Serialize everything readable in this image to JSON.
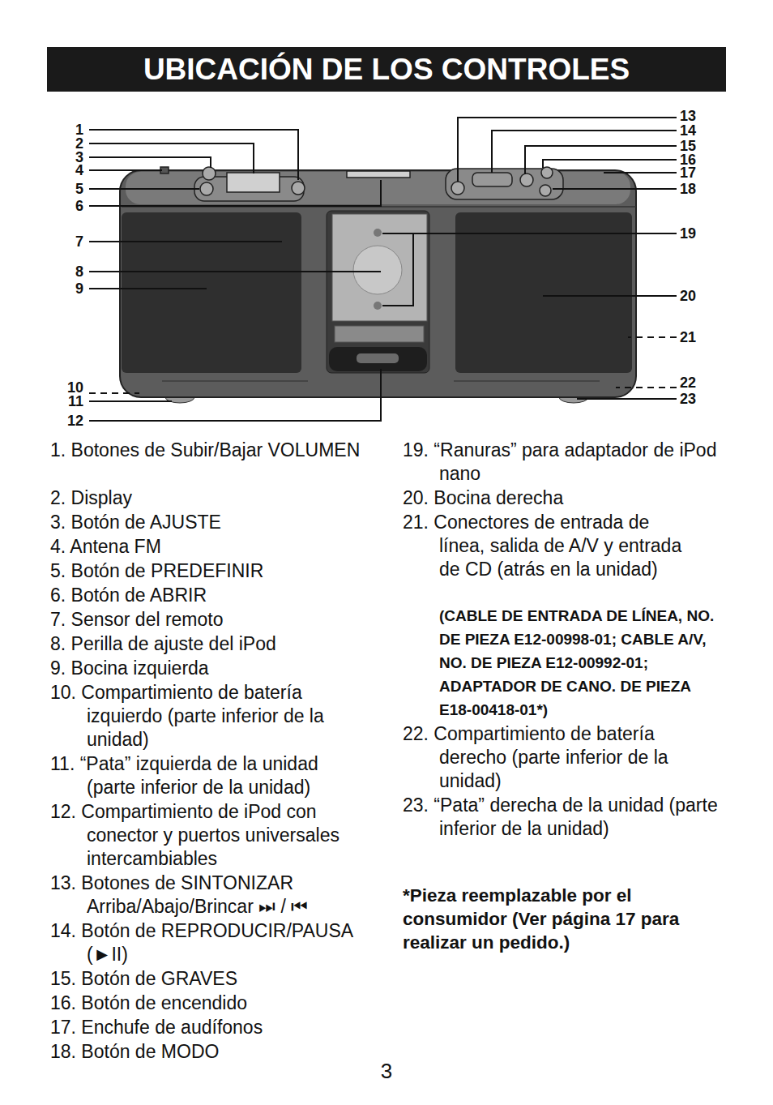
{
  "diagram": {
    "title": "UBICACIÓN DE LOS CONTROLES",
    "labels": [
      "1",
      "2",
      "3",
      "4",
      "5",
      "6",
      "7",
      "8",
      "9",
      "10",
      "11",
      "12",
      "13",
      "14",
      "15",
      "16",
      "17",
      "18",
      "19",
      "20",
      "21",
      "22",
      "23",
      "1. Botones de Subir/Bajar VOLUMEN",
      "2. Display",
      "3. Botón de AJUSTE",
      "4. Antena FM",
      "5. Botón de PREDEFINIR",
      "6. Botón de ABRIR",
      "7. Sensor del remoto",
      "8. Perilla de ajuste del iPod",
      "9. Bocina izquierda",
      "10. Compartimiento de batería izquierdo (parte inferior de la unidad)",
      "11. “Pata” izquierda de la unidad (parte inferior de la unidad)",
      "12. Compartimiento de iPod con conector y puertos universales intercambiables",
      "13. Botones de SINTONIZAR Arriba/Abajo/Brincar ⏭ / ⏮",
      "14. Botón de REPRODUCIR/PAUSA (►II)",
      "15. Botón de GRAVES",
      "16. Botón de encendido",
      "17. Enchufe de audífonos",
      "18. Botón de MODO",
      "19. “Ranuras” para adaptador de iPod nano",
      "20. Bocina derecha",
      "21. Conectores de entrada de línea, salida de A/V y entrada de CD (atrás en la unidad)",
      "(CABLE DE ENTRADA DE LÍNEA, NO. DE PIEZA E12-00998-01; CABLE A/V, NO. DE PIEZA E12-00992-01; ADAPTADOR DE CANO. DE PIEZA E18-00418-01*)",
      "22. Compartimiento de batería derecho (parte inferior de la unidad)",
      "23. “Pata” derecha de la unidad (parte inferior de la unidad)",
      "*Pieza reemplazable por el consumidor (Ver página 17 para realizar un pedido.)",
      "3"
    ]
  }
}
